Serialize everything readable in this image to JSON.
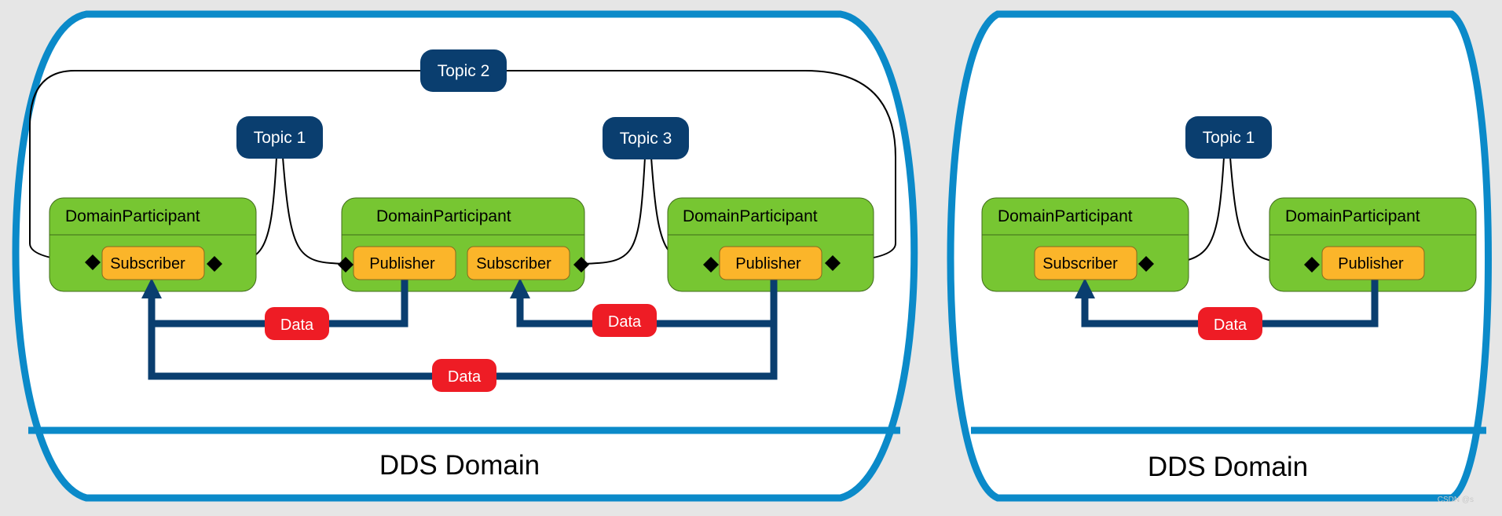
{
  "colors": {
    "background": "#e6e6e6",
    "domain_border": "#0b8ac9",
    "topic_fill": "#0a3e6f",
    "participant_fill": "#77c632",
    "entity_fill": "#fbb52a",
    "data_fill": "#ee1c25",
    "data_arrow": "#0a3e6f"
  },
  "left_domain": {
    "label": "DDS Domain",
    "topics": {
      "t1": "Topic 1",
      "t2": "Topic 2",
      "t3": "Topic 3"
    },
    "participants": {
      "p1": "DomainParticipant",
      "p2": "DomainParticipant",
      "p3": "DomainParticipant"
    },
    "entities": {
      "sub1": "Subscriber",
      "pub1": "Publisher",
      "sub2": "Subscriber",
      "pub2": "Publisher"
    },
    "data": {
      "d1": "Data",
      "d2": "Data",
      "d3": "Data"
    }
  },
  "right_domain": {
    "label": "DDS Domain",
    "topics": {
      "t1": "Topic 1"
    },
    "participants": {
      "p1": "DomainParticipant",
      "p2": "DomainParticipant"
    },
    "entities": {
      "sub": "Subscriber",
      "pub": "Publisher"
    },
    "data": {
      "d1": "Data"
    }
  },
  "watermark": "CSDN @s"
}
